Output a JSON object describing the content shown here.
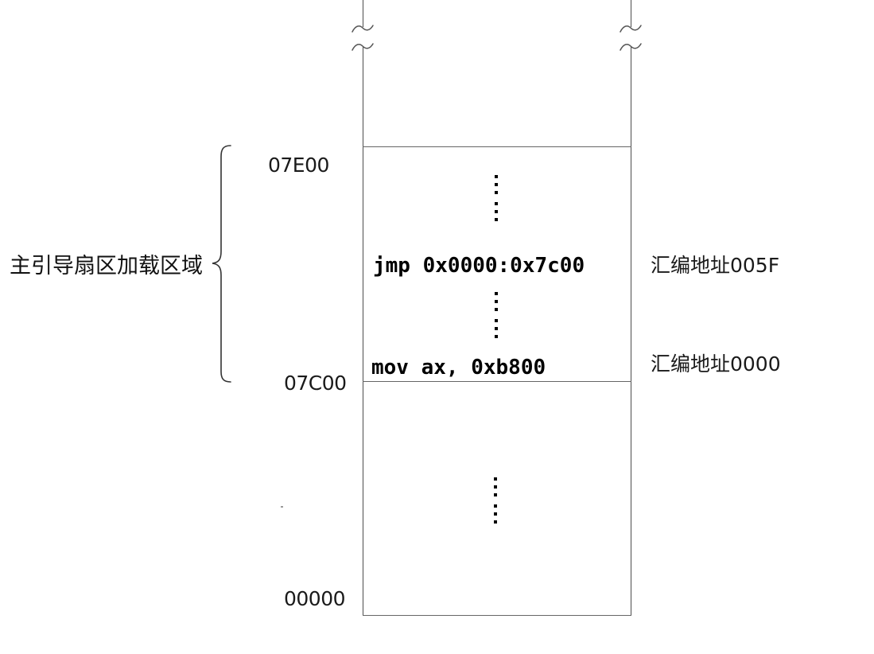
{
  "diagram": {
    "type": "memory-layout",
    "region_label": "主引导扇区加载区域",
    "addresses": [
      {
        "value": "07E00"
      },
      {
        "value": "07C00"
      },
      {
        "value": "00000"
      }
    ],
    "instructions": [
      {
        "code": "jmp 0x0000:0x7c00",
        "annotation": "汇编地址005F"
      },
      {
        "code": "mov ax, 0xb800",
        "annotation": "汇编地址0000"
      }
    ],
    "icons": {
      "break_mark": "tilde-break-icon",
      "ellipsis": "vertical-ellipsis-icon",
      "brace": "left-curly-brace"
    },
    "colors": {
      "line": "#4d4d4d",
      "label_text": "#1a1a1a",
      "code_text": "#000000"
    }
  }
}
